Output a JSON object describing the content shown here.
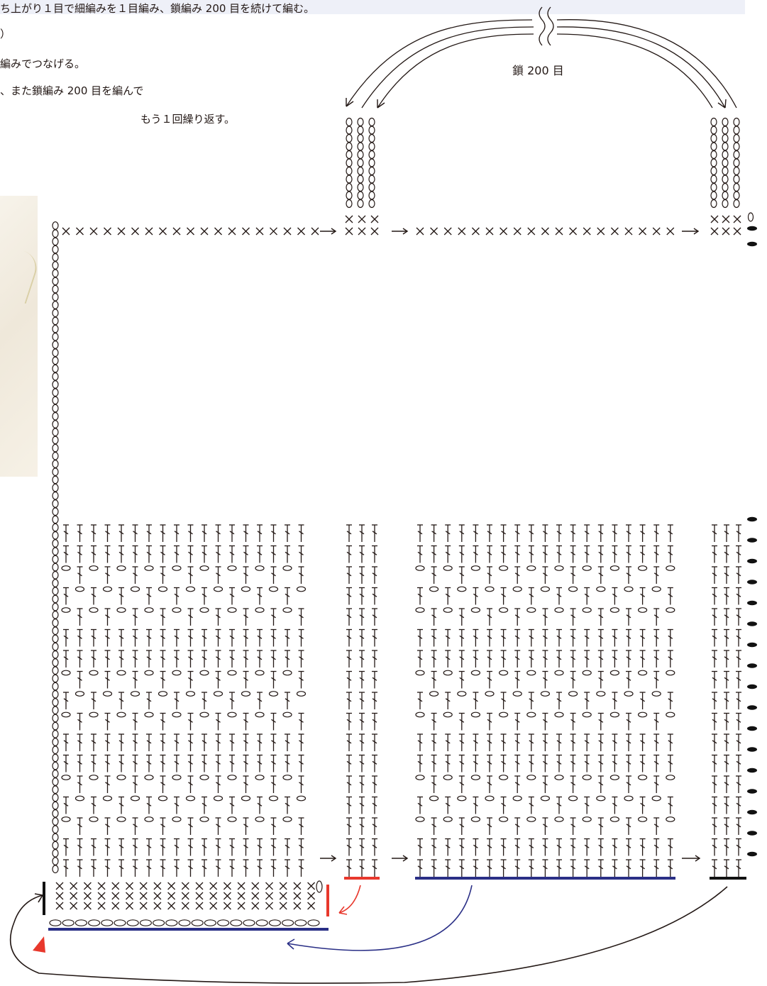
{
  "instructions": {
    "line1": "ち上がり１目で細編みを１目編み、鎖編み 200 目を続けて編む。",
    "line2": "）",
    "line3": "編みでつなげる。",
    "line4": "、また鎖編み 200 目を編んで",
    "line5": "もう１回繰り返す。"
  },
  "chain_label": "鎖 200 目",
  "colors": {
    "ink": "#231815",
    "red": "#e8382c",
    "navy": "#2a2f86",
    "black": "#111111"
  },
  "icons": [
    "arrow-right-icon",
    "curved-arrow-icon",
    "start-triangle-icon",
    "break-mark-icon"
  ]
}
